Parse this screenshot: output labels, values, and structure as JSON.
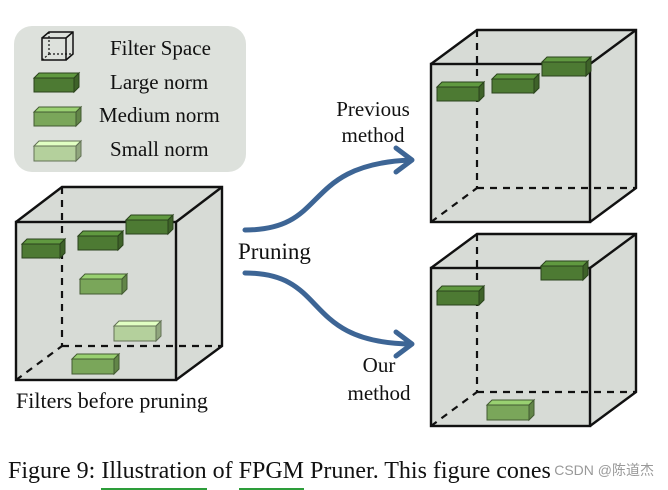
{
  "legend": {
    "items": [
      {
        "label": "Filter Space",
        "icon": "wireframe-cube-icon"
      },
      {
        "label": "Large norm",
        "icon": "dark-green-block-icon"
      },
      {
        "label": "Medium norm",
        "icon": "medium-green-block-icon"
      },
      {
        "label": "Small norm",
        "icon": "light-green-block-icon"
      }
    ]
  },
  "colors": {
    "large": "#4d7a33",
    "medium": "#7aa65a",
    "small": "#b4d09c",
    "arrow": "#3d6595",
    "underline": "#2d9d3a"
  },
  "left_cube": {
    "label": "Filters before pruning"
  },
  "pruning_label": "Pruning",
  "previous": {
    "label_line1": "Previous",
    "label_line2": "method"
  },
  "ours": {
    "label_line1": "Our",
    "label_line2": "method"
  },
  "caption": {
    "prefix": "Figure 9: ",
    "illustration": "Illustration",
    "of": " of ",
    "fpgm": "FPGM",
    "rest": " Pruner. This figure cones"
  },
  "watermark": "CSDN @陈道杰"
}
